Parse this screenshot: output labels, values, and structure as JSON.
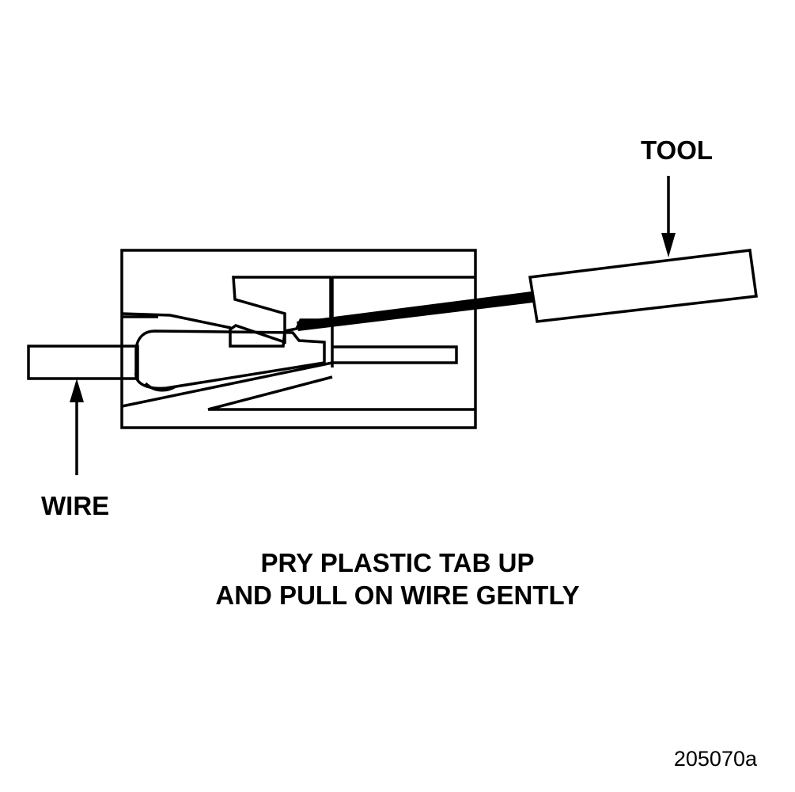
{
  "labels": {
    "tool": "TOOL",
    "wire": "WIRE"
  },
  "caption": {
    "line1": "PRY PLASTIC TAB UP",
    "line2": "AND PULL ON WIRE GENTLY"
  },
  "figure_id": "205070a",
  "colors": {
    "line": "#000000",
    "background": "#ffffff"
  }
}
